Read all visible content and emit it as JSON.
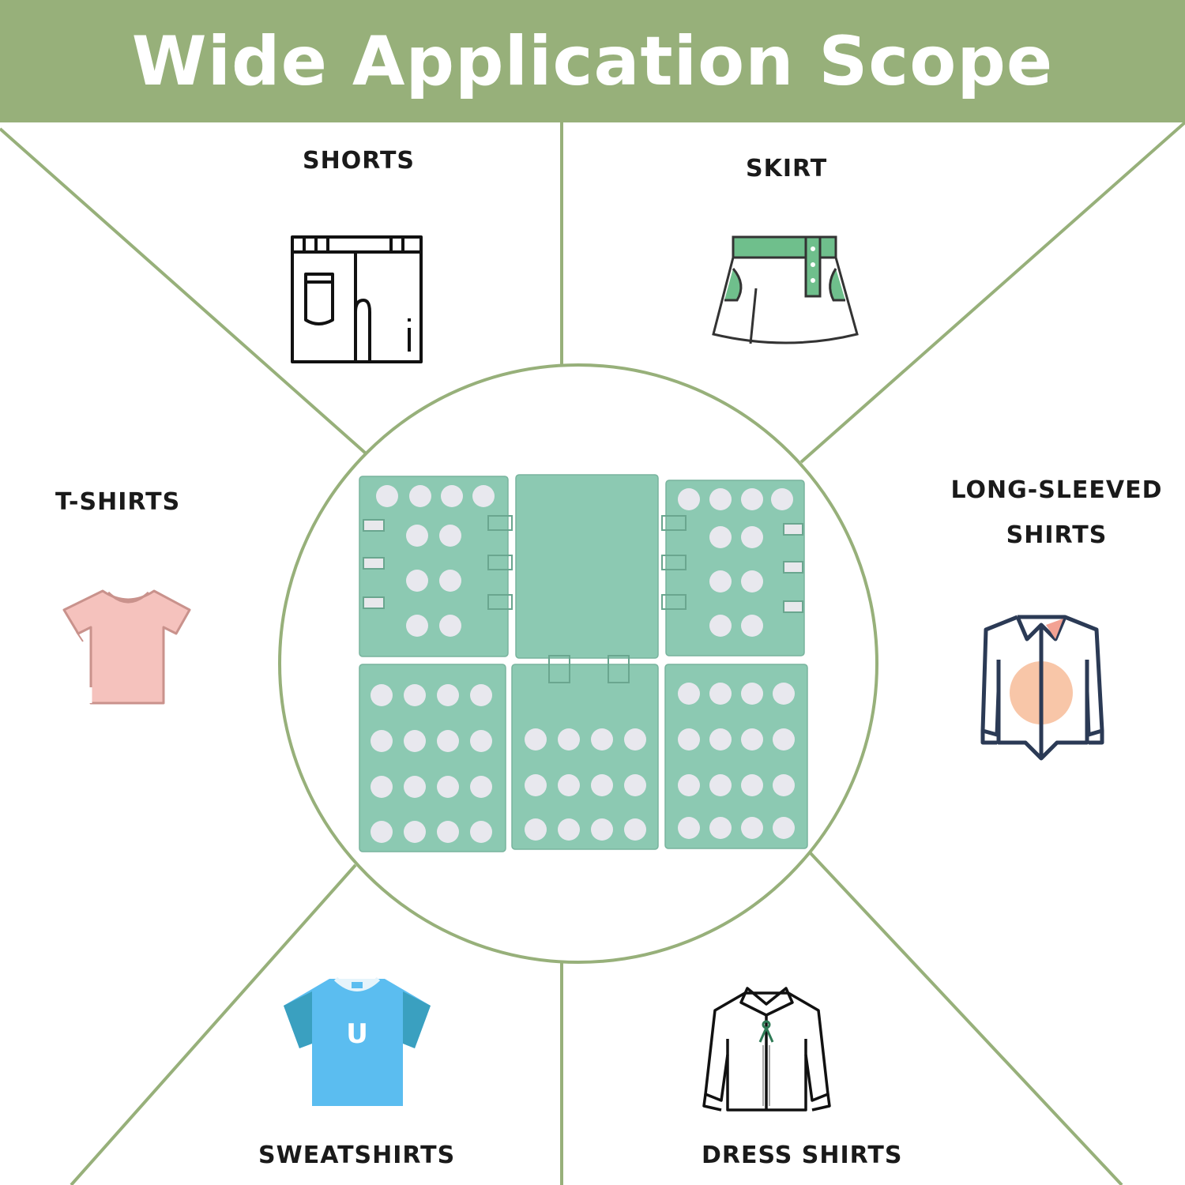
{
  "header": {
    "title": "Wide Application Scope"
  },
  "colors": {
    "banner": "#97b07a",
    "divider": "#97b07a",
    "board": "#8cc9b2",
    "accent_green": "#6fbf8c",
    "tshirt_pink": "#f5c2bd",
    "sweatshirt_blue": "#5bbdf0",
    "shirt_peach": "#f8c6a8",
    "outline_navy": "#2b3a55"
  },
  "categories": [
    {
      "label": "SHORTS",
      "icon": "shorts-icon"
    },
    {
      "label": "SKIRT",
      "icon": "skirt-icon"
    },
    {
      "label": "T-SHIRTS",
      "icon": "tshirt-icon"
    },
    {
      "label_line1": "LONG-SLEEVED",
      "label_line2": "SHIRTS",
      "icon": "long-sleeved-shirt-icon"
    },
    {
      "label": "SWEATSHIRTS",
      "icon": "sweatshirt-icon",
      "letter": "U"
    },
    {
      "label": "DRESS SHIRTS",
      "icon": "dress-shirt-icon"
    }
  ],
  "product": {
    "name": "clothes-folding-board"
  }
}
